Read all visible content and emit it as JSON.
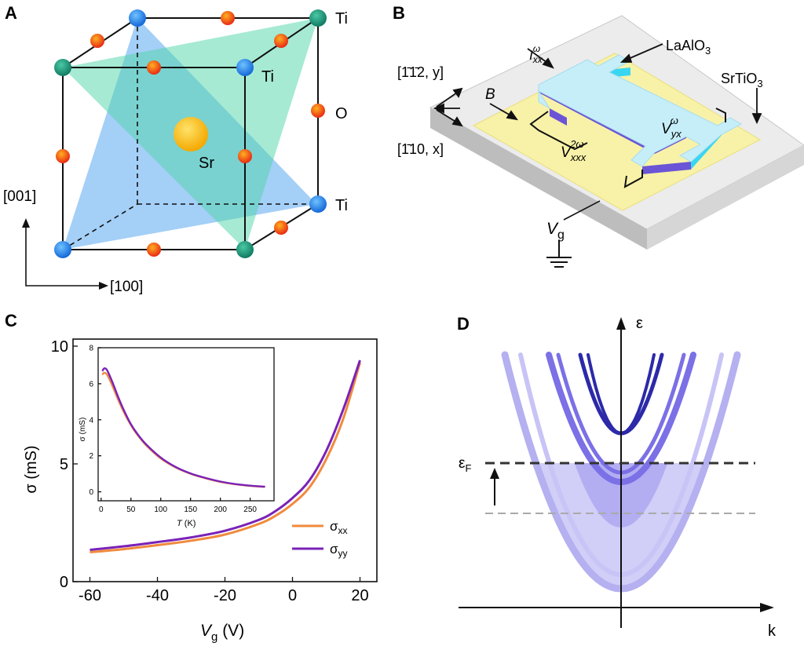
{
  "panel_a": {
    "label": "A",
    "atoms": {
      "ti": "Ti",
      "o": "O",
      "sr": "Sr"
    },
    "axis_vertical": "[001]",
    "axis_horizontal": "[100]"
  },
  "panel_b": {
    "label": "B",
    "dir_y": "[1̄1̄2, y]",
    "dir_x": "[1̄10, x]",
    "b_field": "B",
    "current": "I",
    "current_sub": "xx",
    "current_sup": "ω",
    "film": "LaAlO",
    "film_sub": "3",
    "substrate": "SrTiO",
    "substrate_sub": "3",
    "vyx": "V",
    "vyx_sub": "yx",
    "vyx_sup": "ω",
    "vxxx": "V",
    "vxxx_sub": "xxx",
    "vxxx_sup": "2ω",
    "vg": "V",
    "vg_sub": "g"
  },
  "panel_c": {
    "label": "C",
    "ylabel": "σ (mS)",
    "xlabel": "V",
    "xlabel_sub": "g",
    "xlabel_unit": " (V)",
    "legend": {
      "sxx": "σ",
      "sxx_sub": "xx",
      "syy": "σ",
      "syy_sub": "yy"
    },
    "inset": {
      "ylabel": "σ (mS)",
      "xlabel": "T",
      "xlabel_unit": " (K)"
    }
  },
  "panel_d": {
    "label": "D",
    "y_axis": "ε",
    "x_axis": "k",
    "fermi": "ε",
    "fermi_sub": "F"
  },
  "colors": {
    "sxx": "#f08a3c",
    "syy": "#7a22b8"
  },
  "chart_data": [
    {
      "type": "line",
      "x": [
        -60,
        -50,
        -40,
        -30,
        -20,
        -10,
        -5,
        0,
        5,
        10,
        15,
        20
      ],
      "series": [
        {
          "name": "σxx",
          "values": [
            1.25,
            1.38,
            1.55,
            1.74,
            2.0,
            2.45,
            2.8,
            3.3,
            4.0,
            5.2,
            6.9,
            9.3
          ]
        },
        {
          "name": "σyy",
          "values": [
            1.35,
            1.5,
            1.68,
            1.88,
            2.16,
            2.62,
            3.0,
            3.55,
            4.3,
            5.55,
            7.3,
            9.4
          ]
        }
      ],
      "xlabel": "Vg (V)",
      "ylabel": "σ (mS)",
      "xlim": [
        -65,
        25
      ],
      "ylim": [
        0,
        10.3
      ],
      "xticks": [
        -60,
        -40,
        -20,
        0,
        20
      ],
      "yticks": [
        0,
        5,
        10
      ],
      "legend": "bottom-right"
    },
    {
      "type": "line",
      "x": [
        2,
        5,
        10,
        20,
        30,
        40,
        50,
        60,
        75,
        100,
        125,
        150,
        175,
        200,
        225,
        250,
        275
      ],
      "series": [
        {
          "name": "σxx",
          "values": [
            6.5,
            6.6,
            6.5,
            5.8,
            5.0,
            4.3,
            3.7,
            3.2,
            2.6,
            1.85,
            1.35,
            1.0,
            0.75,
            0.55,
            0.42,
            0.33,
            0.27
          ]
        },
        {
          "name": "σyy",
          "values": [
            6.7,
            6.85,
            6.75,
            6.0,
            5.15,
            4.4,
            3.75,
            3.25,
            2.65,
            1.9,
            1.38,
            1.02,
            0.77,
            0.57,
            0.43,
            0.34,
            0.28
          ]
        }
      ],
      "xlabel": "T (K)",
      "ylabel": "σ (mS)",
      "xlim": [
        -5,
        290
      ],
      "ylim": [
        -0.5,
        8
      ],
      "xticks": [
        0,
        50,
        100,
        150,
        200,
        250
      ],
      "yticks": [
        0,
        2,
        4,
        6,
        8
      ]
    }
  ]
}
